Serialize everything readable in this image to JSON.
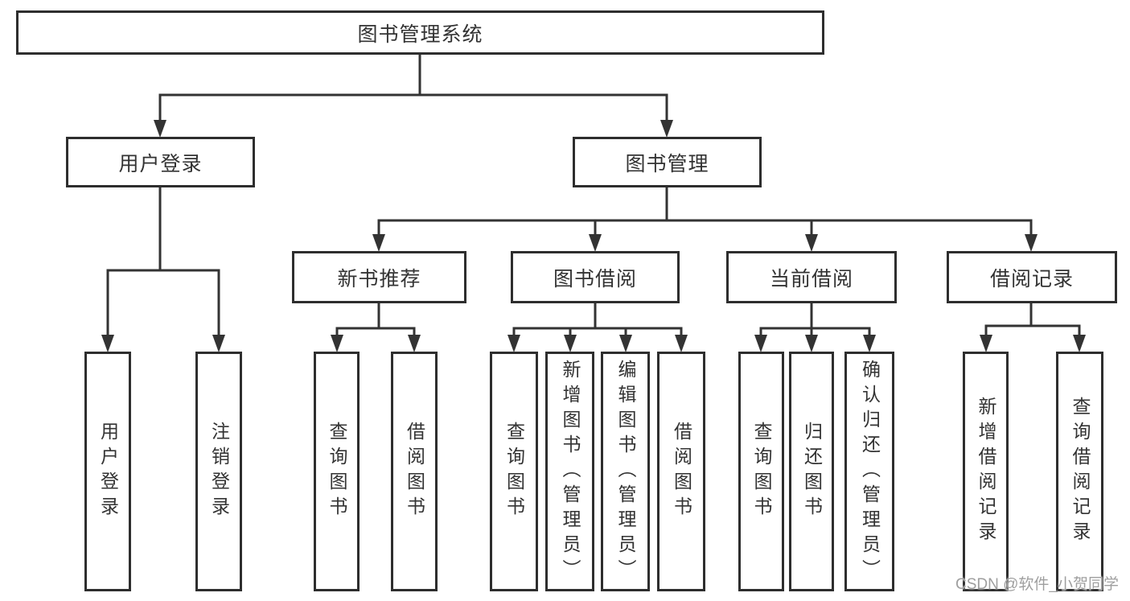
{
  "tree": {
    "root": {
      "label": "图书管理系统"
    },
    "user_branch": {
      "label": "用户登录",
      "leaves": [
        {
          "label": "用户登录"
        },
        {
          "label": "注销登录"
        }
      ]
    },
    "management_branch": {
      "label": "图书管理",
      "modules": [
        {
          "label": "新书推荐",
          "leaves": [
            {
              "label": "查询图书"
            },
            {
              "label": "借阅图书"
            }
          ]
        },
        {
          "label": "图书借阅",
          "leaves": [
            {
              "label": "查询图书"
            },
            {
              "label": "新增图书（管理员）"
            },
            {
              "label": "编辑图书（管理员）"
            },
            {
              "label": "借阅图书"
            }
          ]
        },
        {
          "label": "当前借阅",
          "leaves": [
            {
              "label": "查询图书"
            },
            {
              "label": "归还图书"
            },
            {
              "label": "确认归还（管理员）"
            }
          ]
        },
        {
          "label": "借阅记录",
          "leaves": [
            {
              "label": "新增借阅记录"
            },
            {
              "label": "查询借阅记录"
            }
          ]
        }
      ]
    }
  },
  "watermark": {
    "text": "CSDN @软件_小贺同学"
  },
  "colors": {
    "line": "#333333",
    "box_border": "#2e2e2e",
    "text": "#333333",
    "watermark": "#9f9f9f",
    "background": "#ffffff"
  }
}
